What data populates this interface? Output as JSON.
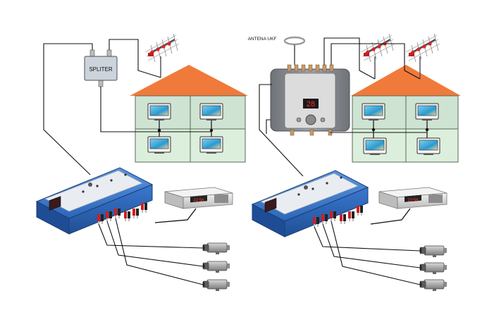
{
  "diagram": {
    "left_system": {
      "splitter_label": "SPLITER"
    },
    "right_system": {
      "antenna_label": "ANTENA UKF",
      "amplifier_display": "28"
    },
    "receiver_display": "22:58",
    "colors": {
      "roof": "#f07a3a",
      "room_upper": "#cfe3d2",
      "room_lower": "#dcefdc",
      "wall_line": "#5a6a5a",
      "modulator_body": "#2f6fc4",
      "modulator_panel": "#e9edf2",
      "cable": "#111111",
      "amplifier_body": "#8d8f94",
      "amplifier_panel": "#dcdcdc",
      "display_red": "#ff2a2a"
    }
  }
}
